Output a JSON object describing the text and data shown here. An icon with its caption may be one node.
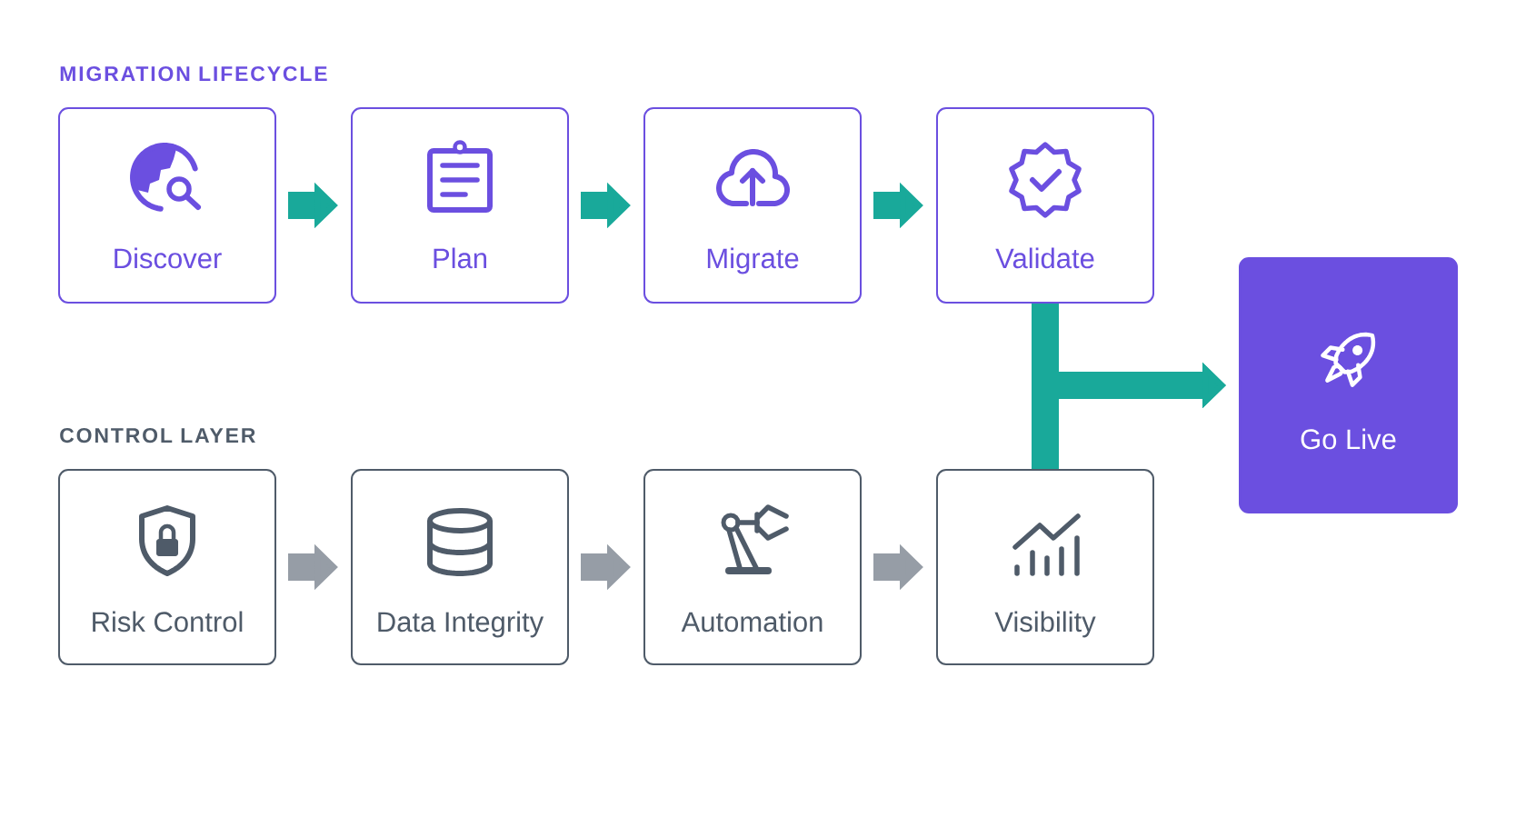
{
  "diagram": {
    "nodes": [
      {
        "text": [
          "Discover"
        ]
      },
      {
        "text": [
          "Plan"
        ]
      },
      {
        "text": [
          "Migrate"
        ]
      },
      {
        "text": [
          "Validate"
        ]
      },
      {
        "text": [
          "Risk Control"
        ]
      },
      {
        "text": [
          "Data Integrity"
        ]
      },
      {
        "text": [
          "Automation"
        ]
      },
      {
        "text": [
          "Visibility"
        ]
      },
      {
        "text": [
          "Go Live"
        ]
      }
    ],
    "edges": [
      {
        "from": 0,
        "to": 1,
        "arrow": "to"
      },
      {
        "from": 1,
        "to": 2,
        "arrow": "to"
      },
      {
        "from": 2,
        "to": 3,
        "arrow": "to"
      },
      {
        "from": 4,
        "to": 5,
        "arrow": "to",
        "color": "#969da6"
      },
      {
        "from": 5,
        "to": 6,
        "arrow": "to",
        "color": "#969da6"
      },
      {
        "from": 6,
        "to": 7,
        "arrow": "to",
        "color": "#969da6"
      },
      {
        "from": 3,
        "to": 8,
        "arrow": "to"
      },
      {
        "from": 7,
        "to": 8,
        "arrow": "to"
      }
    ],
    "labels": [
      "MIGRATION LIFECYCLE",
      "CONTROL LAYER"
    ]
  }
}
